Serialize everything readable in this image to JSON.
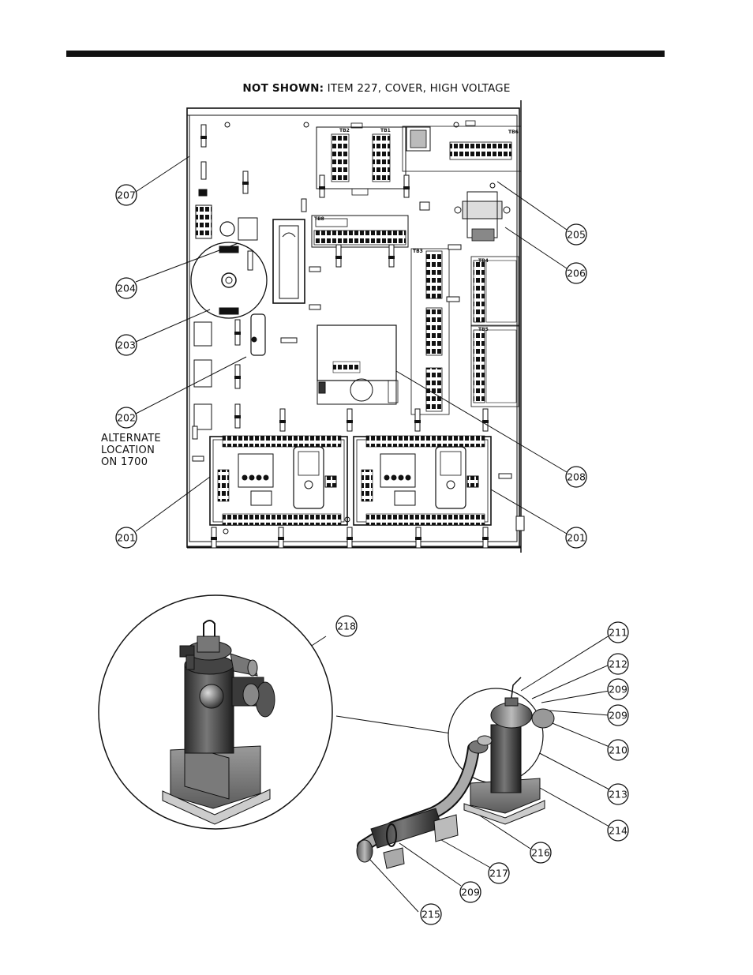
{
  "note": {
    "bold": "NOT SHOWN:",
    "rest": " ITEM 227, COVER, HIGH VOLTAGE"
  },
  "alternate_location": [
    "ALTERNATE",
    "LOCATION",
    "ON 1700"
  ],
  "panel_labels": {
    "tb2": "TB2",
    "tb1": "TB1",
    "tb3": "TB3",
    "tb6": "TB6",
    "tb4": "TB4",
    "tb5": "TB5",
    "tb8": "TB8"
  },
  "callouts": {
    "c207": "207",
    "c204": "204",
    "c203": "203",
    "c202": "202",
    "c201a": "201",
    "c205": "205",
    "c206": "206",
    "c208": "208",
    "c201b": "201",
    "c218": "218",
    "c211": "211",
    "c212": "212",
    "c209a": "209",
    "c209b": "209",
    "c210": "210",
    "c213": "213",
    "c214": "214",
    "c216": "216",
    "c217": "217",
    "c209c": "209",
    "c215": "215"
  }
}
